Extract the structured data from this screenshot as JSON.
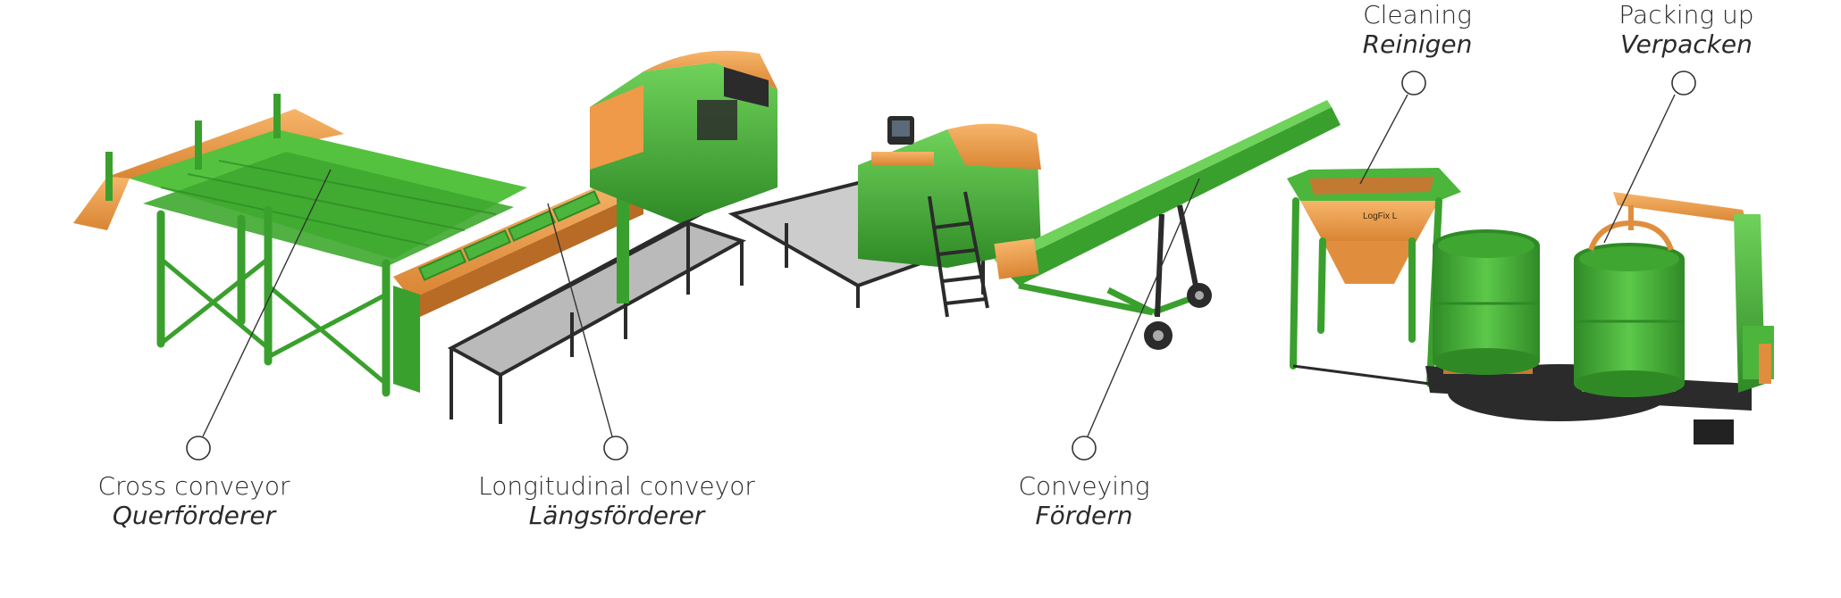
{
  "callouts": [
    {
      "id": "cross",
      "label_en": "Cross conveyor",
      "label_de": "Querförderer"
    },
    {
      "id": "long",
      "label_en": "Longitudinal conveyor",
      "label_de": "Längsförderer"
    },
    {
      "id": "conv",
      "label_en": "Conveying",
      "label_de": "Fördern"
    },
    {
      "id": "clean",
      "label_en": "Cleaning",
      "label_de": "Reinigen"
    },
    {
      "id": "pack",
      "label_en": "Packing up",
      "label_de": "Verpacken"
    }
  ],
  "machine_logo": "LogFix L",
  "colors": {
    "machine_green": "#4cb53c",
    "machine_green_dark": "#2f8a26",
    "machine_orange": "#f0a050",
    "frame_black": "#2b2b2b",
    "callout_line": "#333333"
  }
}
